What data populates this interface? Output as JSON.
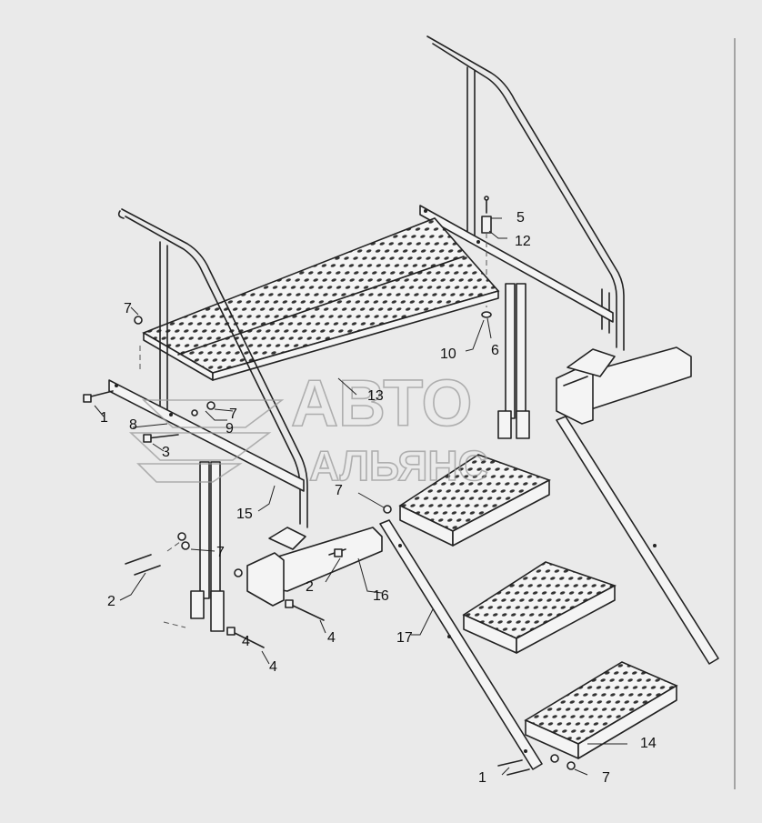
{
  "callouts": [
    {
      "label": "1"
    },
    {
      "label": "1"
    },
    {
      "label": "2"
    },
    {
      "label": "2"
    },
    {
      "label": "3"
    },
    {
      "label": "4"
    },
    {
      "label": "4"
    },
    {
      "label": "4"
    },
    {
      "label": "5"
    },
    {
      "label": "6"
    },
    {
      "label": "7"
    },
    {
      "label": "7"
    },
    {
      "label": "7"
    },
    {
      "label": "7"
    },
    {
      "label": "7"
    },
    {
      "label": "8"
    },
    {
      "label": "9"
    },
    {
      "label": "10"
    },
    {
      "label": "12"
    },
    {
      "label": "13"
    },
    {
      "label": "14"
    },
    {
      "label": "15"
    },
    {
      "label": "16"
    },
    {
      "label": "17"
    }
  ],
  "watermark": {
    "line1": "АВТО",
    "line2": "АЛЬЯНС",
    "color": "#9a9a9a"
  },
  "colors": {
    "background": "#eaeaea",
    "line": "#222222"
  }
}
